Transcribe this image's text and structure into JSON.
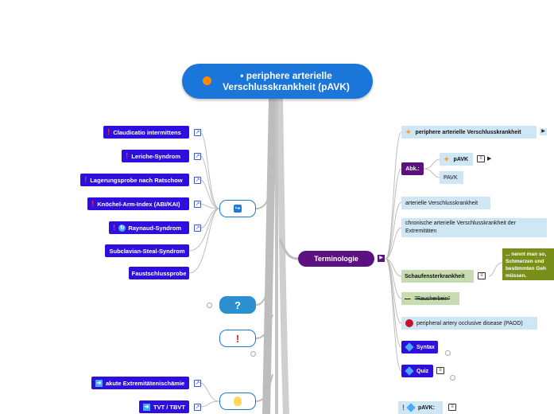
{
  "root": {
    "title": "• periphere arterielle Verschlusskrankheit (pAVK)"
  },
  "left": {
    "items": [
      {
        "label": "Claudicatio intermittens",
        "icon": "exclamation-icon"
      },
      {
        "label": "Leriche-Syndrom",
        "icon": "exclamation-icon"
      },
      {
        "label": "Lagerungsprobe nach Ratschow",
        "icon": "exclamation-icon"
      },
      {
        "label": "Knöchel-Arm-Index (ABI/KAI)",
        "icon": "exclamation-icon"
      },
      {
        "label": "Raynaud-Syndrom",
        "icon": "refresh-icon"
      },
      {
        "label": "Subclavian-Steal-Syndrom",
        "icon": ""
      },
      {
        "label": "Faustschlussprobe",
        "icon": ""
      }
    ],
    "hub_question": "?",
    "hub_exclamation": "!",
    "bottom_items": [
      {
        "label": "akute Extremitätenischämie",
        "icon": "arrow-right-icon"
      },
      {
        "label": "TVT / TBVT",
        "icon": "arrow-right-icon"
      }
    ]
  },
  "right": {
    "terminologie": "Terminologie",
    "definition": "periphere arterielle Verschlusskrankheit",
    "abk_label": "Abk.:",
    "pavk_label": "pAVK",
    "pavk_plain": "PAVK",
    "arterielle": "arterielle Verschlusskrankheit",
    "chronische": "chronische arterielle Verschlusskrankheit der Extremitäten",
    "schaufenster": "Schaufensterkrankheit",
    "schaufenster_note": "... nennt man so, Schmerzen und bestimmten Geh müssen.",
    "raucherbein": "\"Raucherbein\"",
    "english": "peripheral artery occlusive disease (PAOD)",
    "syntax": "Syntax",
    "quiz": "Quiz",
    "bottom_pavk": "pAVK:"
  },
  "colors": {
    "root": "#1a76d8",
    "pill": "#2d10dd",
    "terminologie": "#5c1180",
    "tile": "#cfe6f5",
    "green": "#c7dcb0",
    "olive": "#7a8f1a",
    "trunk": "#bfbfbf"
  }
}
